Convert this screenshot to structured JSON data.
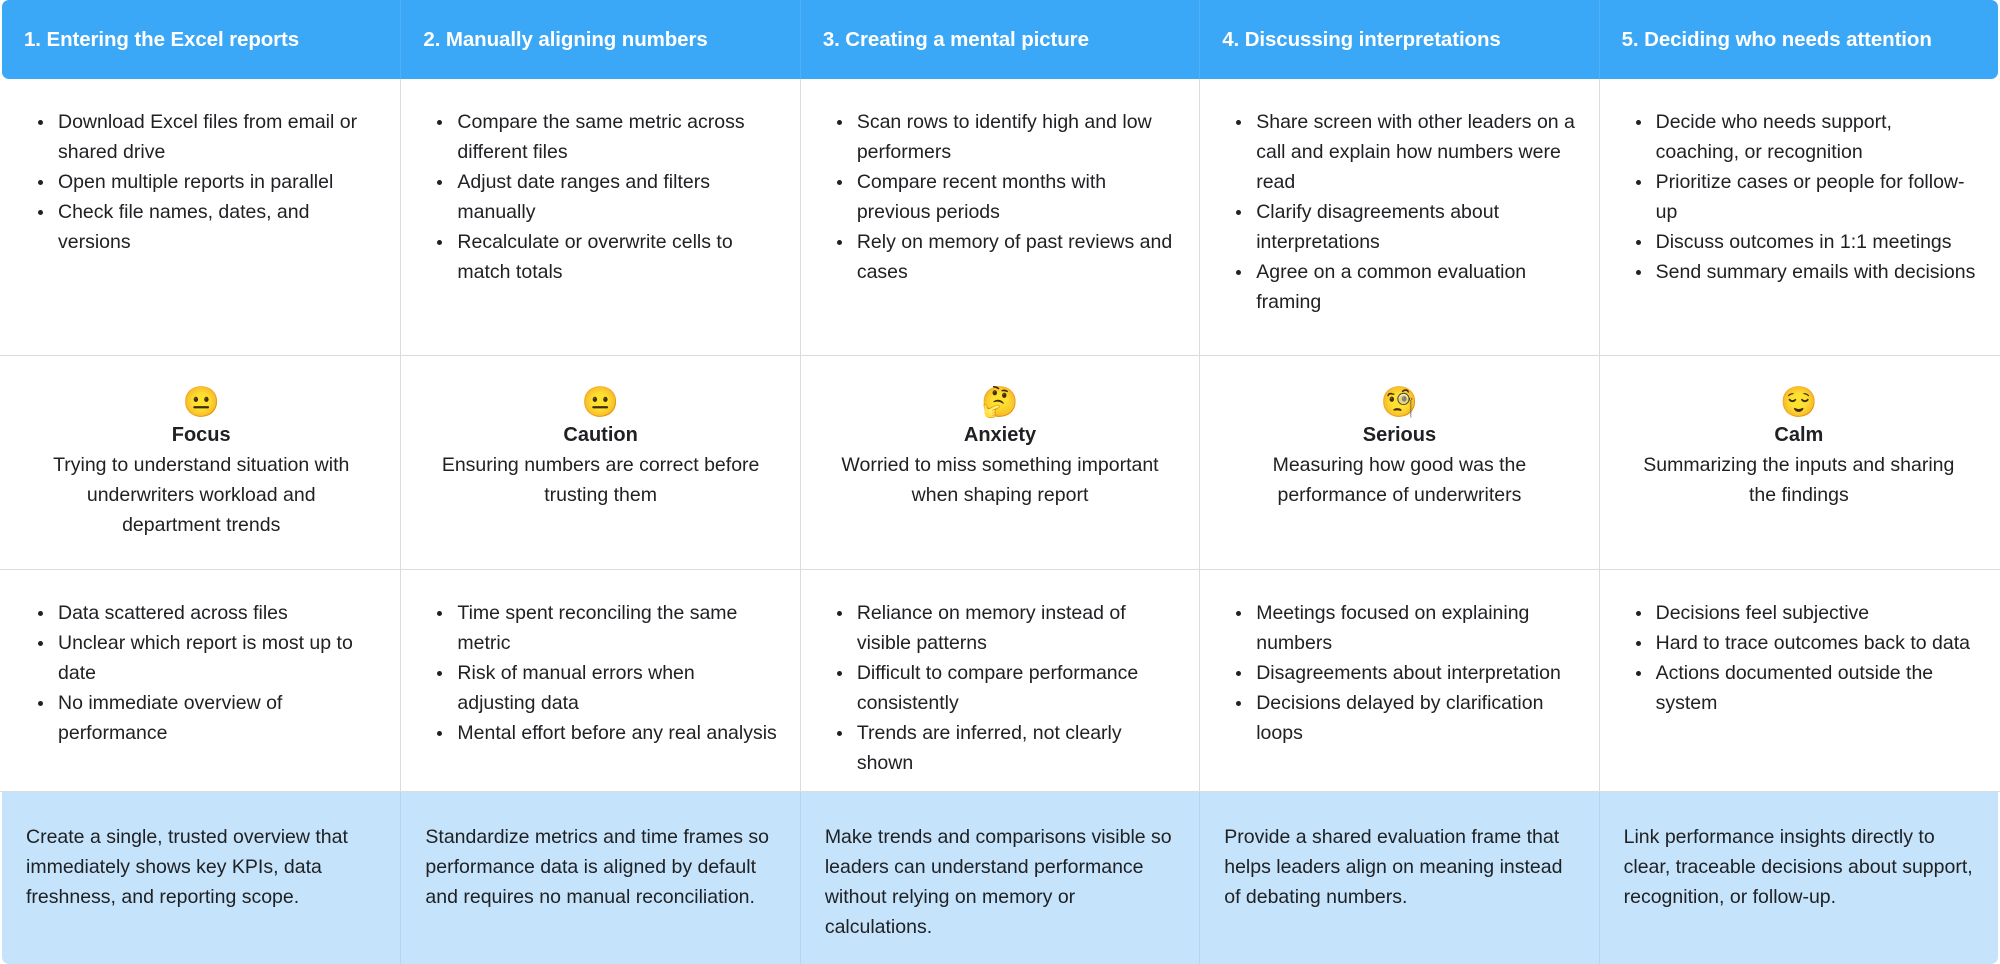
{
  "colors": {
    "header_bg": "#3aa7f7",
    "header_text": "#ffffff",
    "opportunity_bg": "#c5e4fb",
    "body_text": "#202124",
    "grid_line": "#dadce0"
  },
  "columns": [
    {
      "header": "1. Entering the Excel reports",
      "activities": [
        "Download Excel files from email or shared drive",
        "Open multiple reports in parallel",
        "Check file names, dates, and versions"
      ],
      "emotion": {
        "emoji": "😐",
        "emoji_name": "neutral-face-emoji",
        "label": "Focus",
        "description": "Trying to understand situation with underwriters workload and department trends"
      },
      "pain_points": [
        "Data scattered across files",
        "Unclear which report is most up to date",
        "No immediate overview of performance"
      ],
      "opportunity": "Create a single, trusted overview that immediately shows key KPIs, data freshness, and reporting scope."
    },
    {
      "header": "2. Manually aligning numbers",
      "activities": [
        "Compare the same metric across different files",
        "Adjust date ranges and filters manually",
        "Recalculate or overwrite cells to match totals"
      ],
      "emotion": {
        "emoji": "😐",
        "emoji_name": "neutral-face-emoji",
        "label": "Caution",
        "description": "Ensuring numbers are correct before trusting them"
      },
      "pain_points": [
        "Time spent reconciling the same metric",
        "Risk of manual errors when adjusting data",
        "Mental effort before any real analysis"
      ],
      "opportunity": "Standardize metrics and time frames so performance data is aligned by default and requires no manual reconciliation."
    },
    {
      "header": "3. Creating a mental picture",
      "activities": [
        "Scan rows to identify high and low performers",
        "Compare recent months with previous periods",
        "Rely on memory of past reviews and cases"
      ],
      "emotion": {
        "emoji": "🤔",
        "emoji_name": "thinking-face-emoji",
        "label": "Anxiety",
        "description": "Worried to miss something important when shaping report"
      },
      "pain_points": [
        "Reliance on memory instead of visible patterns",
        "Difficult to compare performance consistently",
        "Trends are inferred, not clearly shown"
      ],
      "opportunity": "Make trends and comparisons visible so leaders can understand performance without relying on memory or calculations."
    },
    {
      "header": "4. Discussing interpretations",
      "activities": [
        "Share screen with other leaders on a call and explain how numbers were read",
        "Clarify disagreements about interpretations",
        "Agree on a common evaluation framing"
      ],
      "emotion": {
        "emoji": "🧐",
        "emoji_name": "monocle-face-emoji",
        "label": "Serious",
        "description": "Measuring how good was the performance of underwriters"
      },
      "pain_points": [
        "Meetings focused on explaining numbers",
        "Disagreements about interpretation",
        "Decisions delayed by clarification loops"
      ],
      "opportunity": "Provide a shared evaluation frame that helps leaders align on meaning instead of debating numbers."
    },
    {
      "header": "5. Deciding who needs attention",
      "activities": [
        "Decide who needs support, coaching, or recognition",
        "Prioritize cases or people for follow-up",
        "Discuss outcomes in 1:1 meetings",
        "Send summary emails with decisions"
      ],
      "emotion": {
        "emoji": "😌",
        "emoji_name": "relieved-face-emoji",
        "label": "Calm",
        "description": "Summarizing the inputs and sharing the findings"
      },
      "pain_points": [
        "Decisions feel subjective",
        "Hard to trace outcomes back to data",
        "Actions documented outside the system"
      ],
      "opportunity": "Link performance insights directly to clear, traceable decisions about support, recognition, or follow-up."
    }
  ]
}
